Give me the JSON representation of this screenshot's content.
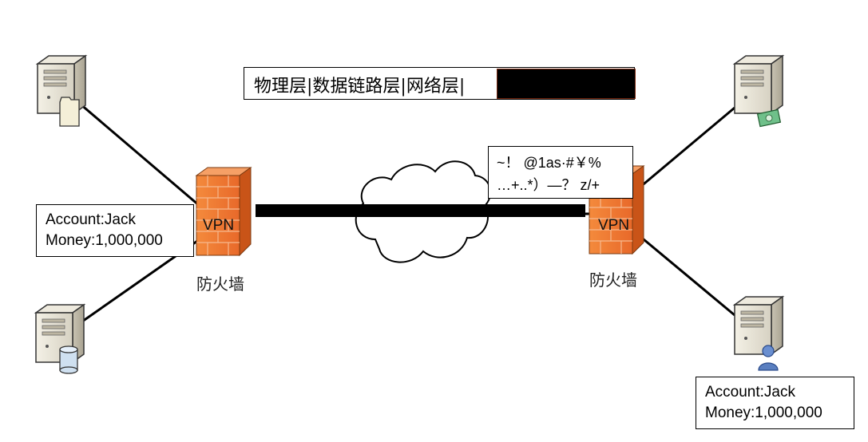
{
  "layer_box": {
    "text": "物理层|数据链路层|网络层|"
  },
  "cipher_box": {
    "line1": "~！ @1as·#￥%",
    "line2": "…+..*）—？ z/+"
  },
  "account_left": {
    "line1": "Account:Jack",
    "line2": "Money:1,000,000"
  },
  "account_right": {
    "line1": "Account:Jack",
    "line2": "Money:1,000,000"
  },
  "firewall_left": {
    "label": "防火墙",
    "vpn": "VPN"
  },
  "firewall_right": {
    "label": "防火墙",
    "vpn": "VPN"
  },
  "colors": {
    "firewall_orange": "#f07830",
    "firewall_brick_line": "#f6b98e",
    "tunnel_black": "#000000",
    "server_body": "#e8e4d8"
  },
  "icons": [
    "server-icon",
    "folder-icon",
    "money-icon",
    "database-icon",
    "user-icon",
    "firewall-icon",
    "cloud-icon"
  ]
}
